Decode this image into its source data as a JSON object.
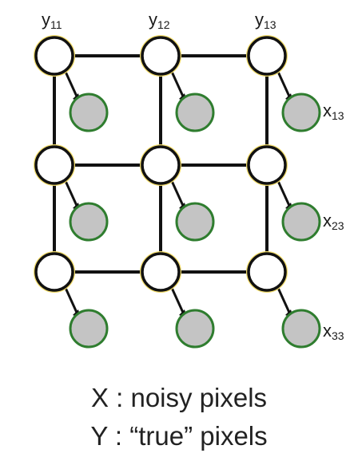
{
  "y_labels": [
    {
      "base": "y",
      "sub": "11"
    },
    {
      "base": "y",
      "sub": "12"
    },
    {
      "base": "y",
      "sub": "13"
    }
  ],
  "x_labels": [
    {
      "base": "x",
      "sub": "13"
    },
    {
      "base": "x",
      "sub": "23"
    },
    {
      "base": "x",
      "sub": "33"
    }
  ],
  "legend": {
    "x_line": "X : noisy pixels",
    "y_line": "Y : “true” pixels"
  },
  "colors": {
    "hidden_fill": "#ffffff",
    "hidden_stroke": "#111111",
    "hidden_glow": "#f2dc6a",
    "observed_fill": "#c4c4c4",
    "observed_stroke": "#2f7d2f",
    "edge": "#111111"
  }
}
